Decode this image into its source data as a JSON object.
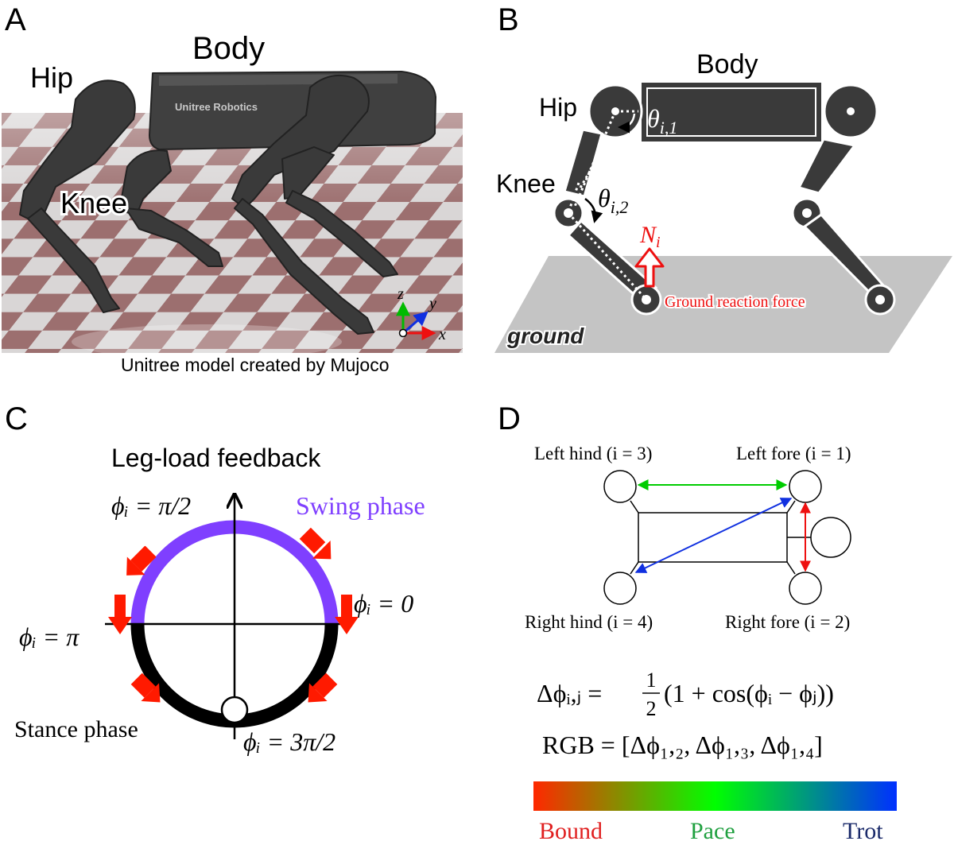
{
  "panels": {
    "a": {
      "letter": "A",
      "labels": {
        "body": "Body",
        "hip": "Hip",
        "knee": "Knee"
      },
      "robot_brand": "Unitree Robotics",
      "axes": {
        "z": "z",
        "y": "y",
        "x": "x"
      },
      "caption": "Unitree model created by Mujoco"
    },
    "b": {
      "letter": "B",
      "labels": {
        "body": "Body",
        "hip": "Hip",
        "knee": "Knee",
        "theta1": "θ",
        "theta1_sub": "i,1",
        "theta2": "θ",
        "theta2_sub": "i,2",
        "force": "N",
        "force_sub": "i",
        "ground_reaction": "Ground reaction force",
        "ground": "ground"
      }
    },
    "c": {
      "letter": "C",
      "title": "Leg-load feedback",
      "swing": "Swing phase",
      "stance": "Stance phase",
      "phase_top": "ϕᵢ = π/2",
      "phase_right": "ϕᵢ = 0",
      "phase_left": "ϕᵢ = π",
      "phase_bottom": "ϕᵢ = 3π/2"
    },
    "d": {
      "letter": "D",
      "legs": {
        "left_hind": "Left hind (i = 3)",
        "left_fore": "Left fore (i = 1)",
        "right_hind": "Right hind (i = 4)",
        "right_fore": "Right fore (i = 2)"
      },
      "eq1_lhs": "Δϕᵢ,ⱼ =",
      "eq1_num": "1",
      "eq1_den": "2",
      "eq1_rhs": "(1 + cos(ϕᵢ − ϕⱼ))",
      "eq2": "RGB = [Δϕ₁,₂, Δϕ₁,₃, Δϕ₁,₄]",
      "gaits": {
        "bound": "Bound",
        "pace": "Pace",
        "trot": "Trot"
      }
    }
  },
  "colors": {
    "swing": "#7f3fff",
    "stance": "#000000",
    "arrow": "#ff1a00",
    "bound": "#e02020",
    "pace": "#20a040",
    "trot": "#1a2a6a",
    "green_link": "#00cc00",
    "blue_link": "#1030e0",
    "red_link": "#ee1010",
    "robot": "#3a3a3a",
    "ground": "#c4c4c4",
    "floor_check": "#9a6a6a"
  }
}
